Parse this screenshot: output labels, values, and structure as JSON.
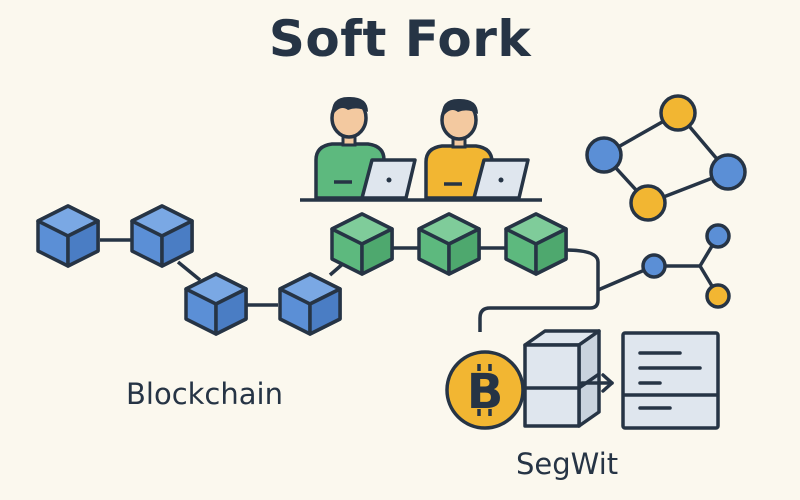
{
  "title": "Soft Fork",
  "labels": {
    "blockchain": "Blockchain",
    "segwit": "SegWit"
  },
  "bitcoin_symbol": "B",
  "icons": {
    "developers": "developer-with-laptop-icon",
    "network": "node-network-icon",
    "bitcoin": "bitcoin-coin-icon",
    "data": "data-block-icon",
    "document": "document-icon"
  },
  "colors": {
    "outline": "#263445",
    "block_blue": "#5b8fd6",
    "block_green": "#5db97e",
    "node_blue": "#5b8fd6",
    "node_yellow": "#f2b632",
    "coin": "#f2b632",
    "doc": "#dfe6ee",
    "background": "#fbf8ee"
  }
}
